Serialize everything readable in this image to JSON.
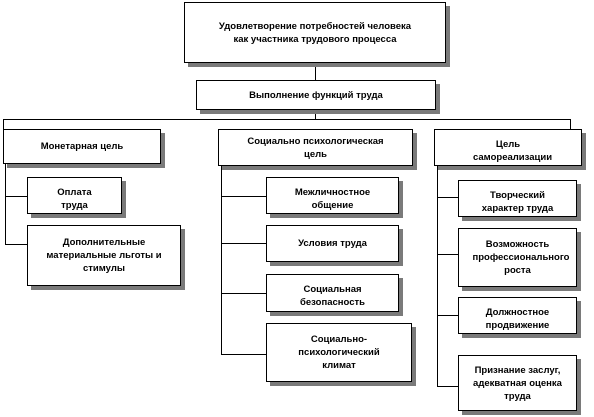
{
  "diagram": {
    "top": "Удовлетворение потребностей человека как участника трудового процесса",
    "functions": "Выполнение функций труда",
    "monetary": {
      "title": "Монетарная цель",
      "items": [
        "Оплата труда",
        "Дополнительные материальные льготы и стимулы"
      ]
    },
    "social": {
      "title": "Социально психологическая цель",
      "items": [
        "Межличностное общение",
        "Условия труда",
        "Социальная безопасность",
        "Социально-психологический климат"
      ]
    },
    "selfreal": {
      "title": "Цель самореализации",
      "items": [
        "Творческий характер труда",
        "Возможность профессионального роста",
        "Должностное продвижение",
        "Признание заслуг, адекватная оценка труда"
      ]
    }
  }
}
